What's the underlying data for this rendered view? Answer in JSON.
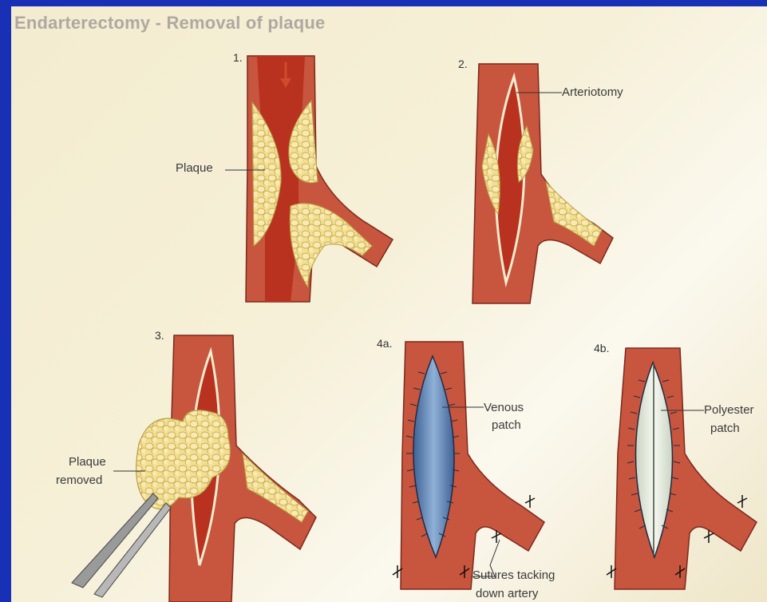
{
  "title": "Endarterectomy - Removal of plaque",
  "panels": [
    {
      "number": "1.",
      "labels": [
        "Plaque"
      ]
    },
    {
      "number": "2.",
      "labels": [
        "Arteriotomy"
      ]
    },
    {
      "number": "3.",
      "labels": [
        "Plaque",
        "removed"
      ]
    },
    {
      "number": "4a.",
      "labels": [
        "Venous",
        "patch",
        "Sutures tacking",
        "down artery"
      ]
    },
    {
      "number": "4b.",
      "labels": [
        "Polyester",
        "patch"
      ]
    }
  ],
  "colors": {
    "artery": "#c8553d",
    "lumen": "#b8321f",
    "plaque": "#f0dc8a",
    "venous_patch": "#5e86b8",
    "polyester_patch": "#e6ecdf",
    "frame": "#1730b5"
  }
}
